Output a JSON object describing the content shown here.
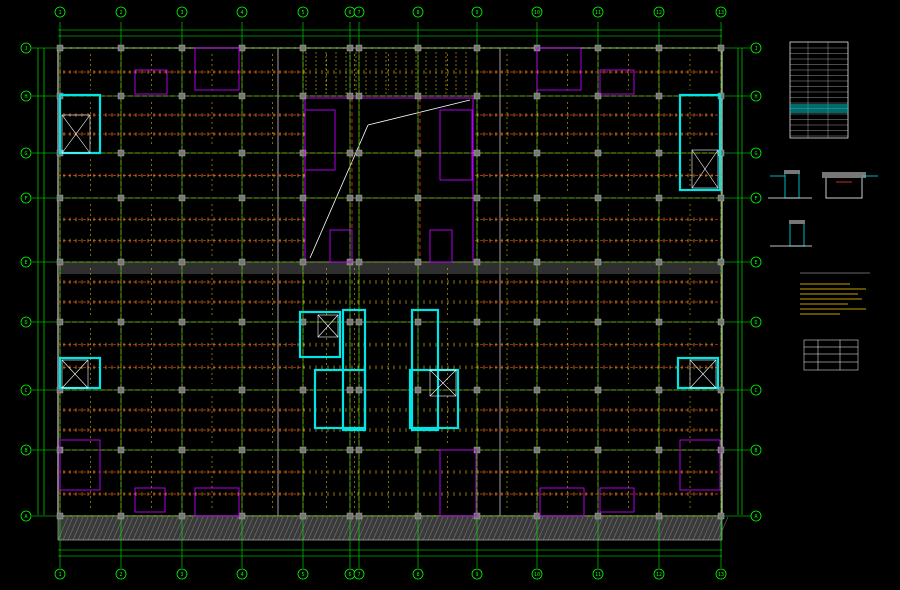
{
  "drawing": {
    "background": "#000000",
    "colors": {
      "grid": "#00ff00",
      "beam": "#ff3030",
      "rebar": "#ffd700",
      "core_wall": "#00e5e5",
      "opening": "#c000ff",
      "slab": "#c8c8c8",
      "dim": "#00ff00",
      "annotation": "#ffffff"
    },
    "axes_columns": [
      "1",
      "2",
      "3",
      "4",
      "5",
      "6",
      "7",
      "8",
      "9",
      "10",
      "11",
      "12",
      "13"
    ],
    "axes_rows": [
      "J",
      "H",
      "G",
      "F",
      "E",
      "D",
      "C",
      "B",
      "A"
    ],
    "column_axis_count": 13,
    "row_axis_count": 9
  },
  "side_panel": {
    "schedule_title": "",
    "notes_title": "",
    "legend_title": ""
  }
}
